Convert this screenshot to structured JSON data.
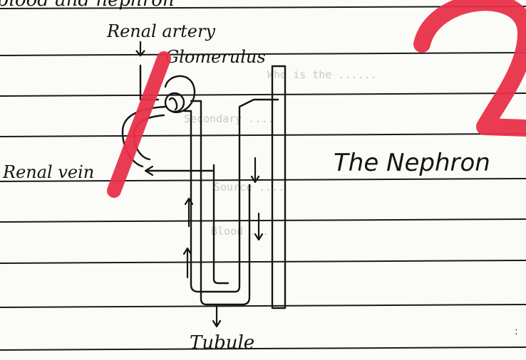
{
  "labels": {
    "renal_artery": "Renal artery",
    "glomerulus": "Glomerulus",
    "renal_vein": "Renal vein",
    "tubule": "Tubule",
    "title": "The Nephron",
    "header_fragment": "blood and nephron"
  },
  "colors": {
    "paper": "#fbfbf8",
    "ruled_line": "#1a1a1a",
    "ink": "#141414",
    "pen_blue": "#2b2f8f",
    "red_mark": "#e8324a",
    "show_through": "#c9c9c4"
  },
  "overlay_mark": "red hand-drawn 1 and 2 strokes",
  "show_through_text": [
    "Who is the ......",
    "Secondary ....",
    "Source ....",
    "Blood ...."
  ]
}
